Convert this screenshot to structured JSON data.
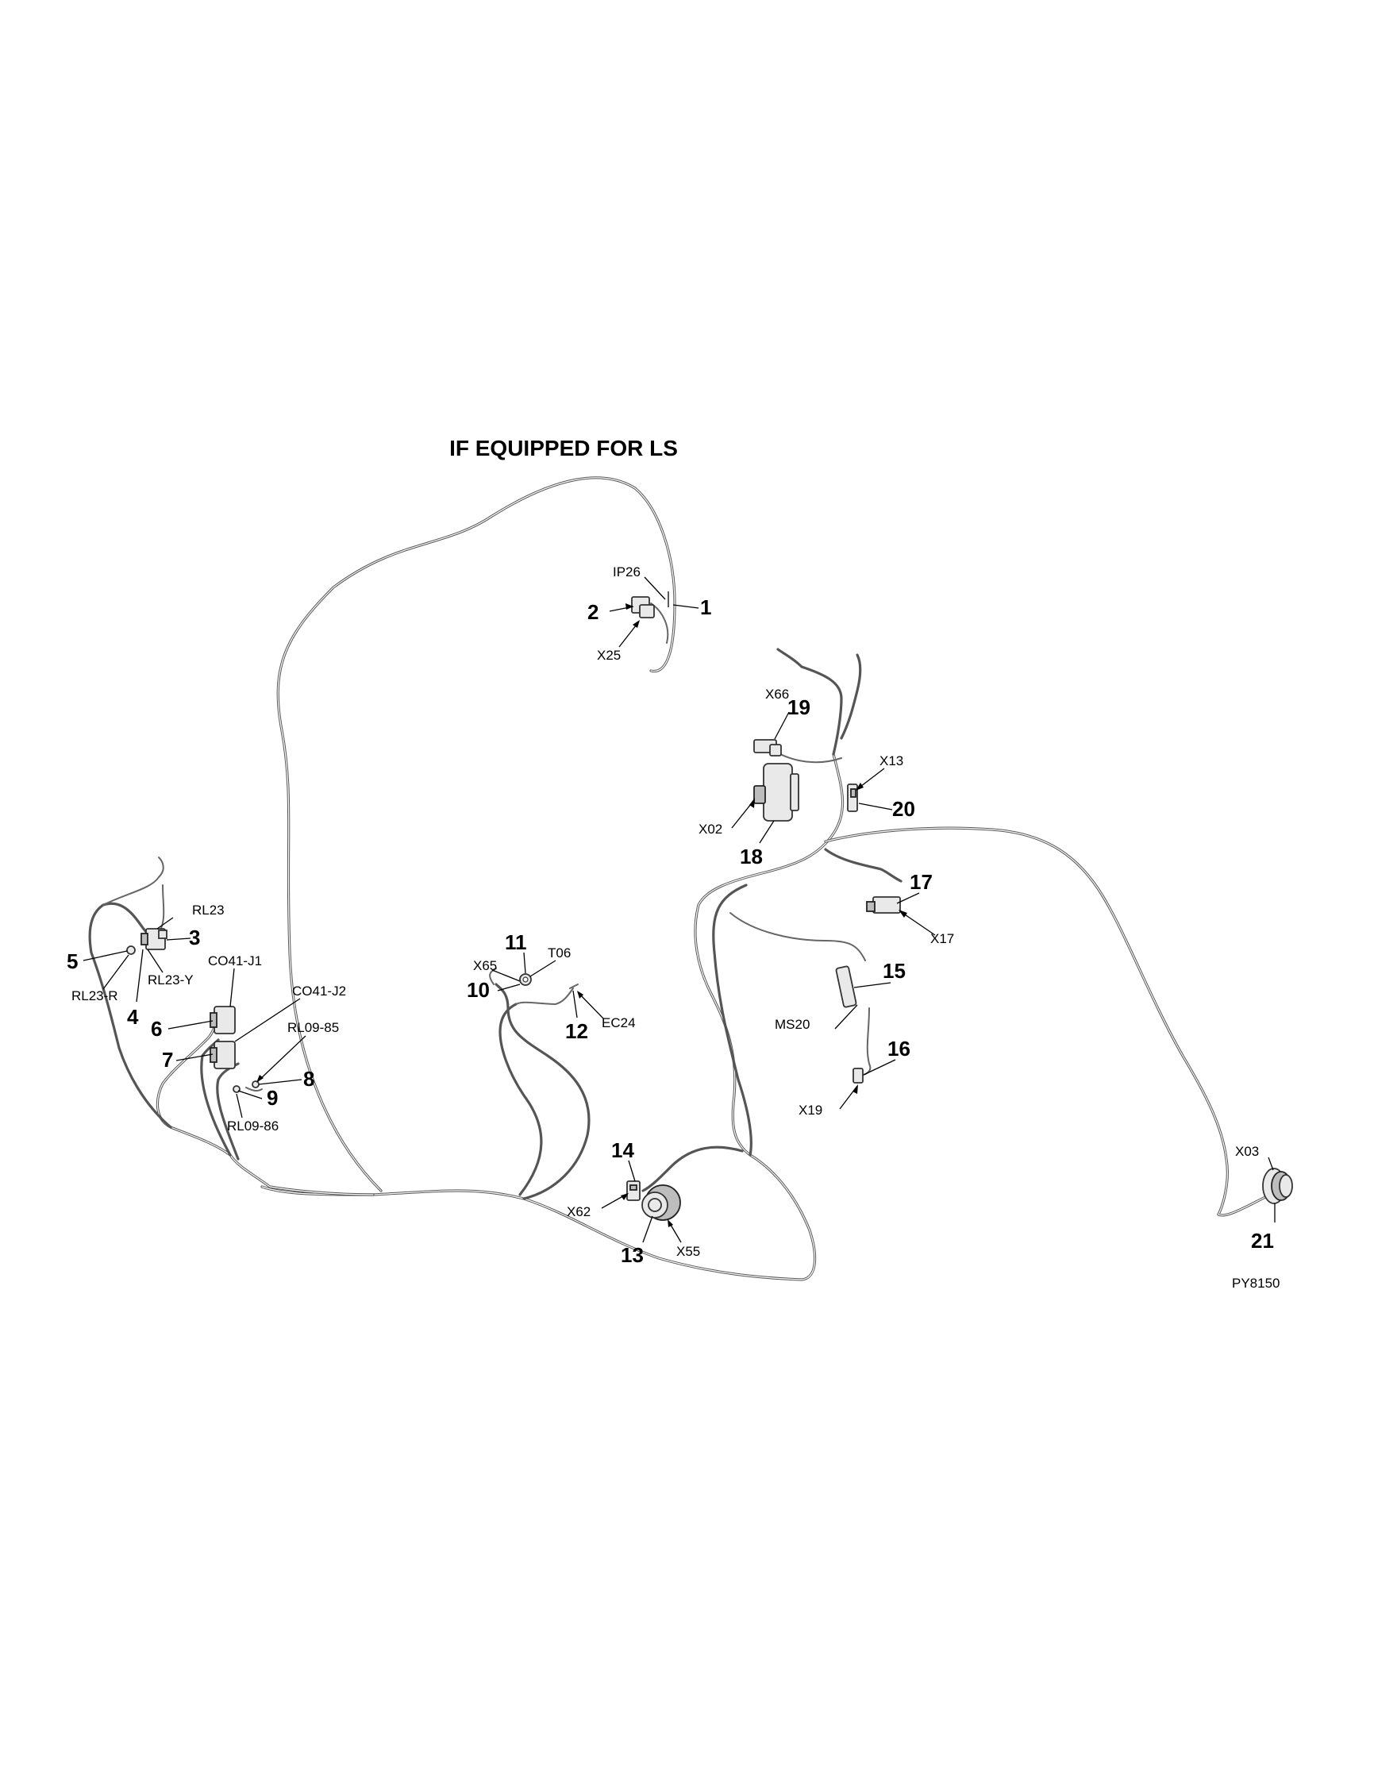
{
  "title": "IF EQUIPPED FOR LS",
  "drawing_id": "PY8150",
  "callouts": {
    "c1": "1",
    "c2": "2",
    "c3": "3",
    "c4": "4",
    "c5": "5",
    "c6": "6",
    "c7": "7",
    "c8": "8",
    "c9": "9",
    "c10": "10",
    "c11": "11",
    "c12": "12",
    "c13": "13",
    "c14": "14",
    "c15": "15",
    "c16": "16",
    "c17": "17",
    "c18": "18",
    "c19": "19",
    "c20": "20",
    "c21": "21"
  },
  "codes": {
    "ip26": "IP26",
    "x25": "X25",
    "x66": "X66",
    "x13": "X13",
    "x02": "X02",
    "x17": "X17",
    "ms20": "MS20",
    "x19": "X19",
    "x03": "X03",
    "x62": "X62",
    "x55": "X55",
    "x65": "X65",
    "t06": "T06",
    "ec24": "EC24",
    "rl23": "RL23",
    "rl23_r": "RL23-R",
    "rl23_y": "RL23-Y",
    "co41_j1": "CO41-J1",
    "co41_j2": "CO41-J2",
    "rl09_85": "RL09-85",
    "rl09_86": "RL09-86"
  }
}
